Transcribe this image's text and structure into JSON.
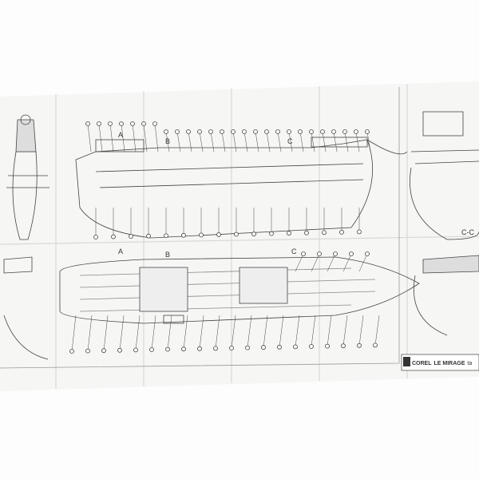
{
  "plan": {
    "title": "LE MIRAGE",
    "title_suffix": "ta",
    "brand": "COREL",
    "sections": {
      "a": "A",
      "b": "B",
      "c": "C",
      "cc": "C-C"
    }
  },
  "colors": {
    "paper": "#f7f7f6",
    "ink": "#3a3a3a",
    "fold": "#d6d6d4",
    "background": "#ffffff"
  }
}
